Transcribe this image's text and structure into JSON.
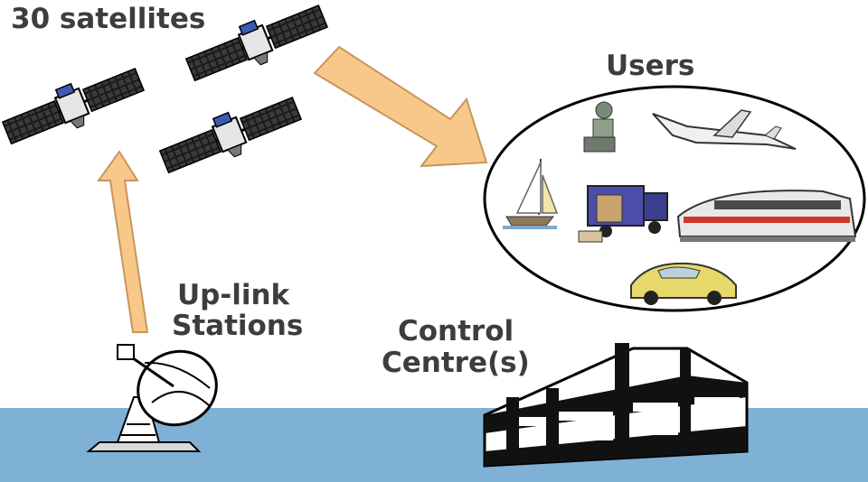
{
  "labels": {
    "satellites": "30 satellites",
    "users": "Users",
    "uplink_line1": "Up-link",
    "uplink_line2": "Stations",
    "control_line1": "Control",
    "control_line2": "Centre(s)"
  },
  "colors": {
    "arrow_fill": "#f7c88a",
    "arrow_stroke": "#c8955a",
    "ground": "#7fb1d6",
    "text": "#3d3d3d"
  },
  "icons": [
    "satellite-icon",
    "satellite-dish-icon",
    "control-building-icon",
    "hiker-icon",
    "airplane-icon",
    "sailboat-icon",
    "delivery-truck-icon",
    "train-icon",
    "car-icon"
  ]
}
